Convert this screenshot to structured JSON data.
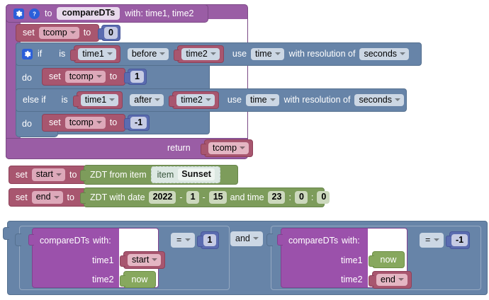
{
  "workspace": {
    "title": "Blockly workspace",
    "colors": {
      "procedure": "#9a5da5",
      "variable": "#a8566f",
      "number": "#5b6cb0",
      "control": "#6784a8",
      "datetime": "#7d9c5b",
      "call": "#9b51ab",
      "icon_blue": "#2b5fd9"
    }
  },
  "procedure": {
    "gear_icon": "gear-icon",
    "help_icon": "help-icon",
    "to_label": "to",
    "name": "compareDTs",
    "with_label": "with: time1, time2",
    "return_label": "return",
    "return_var": "tcomp",
    "init": {
      "set_label": "set",
      "variable": "tcomp",
      "to_label": "to",
      "value": "0"
    },
    "if_block": {
      "gear_icon": "gear-icon",
      "if_label": "if",
      "do_label": "do",
      "elseif_label": "else if",
      "do2_label": "do",
      "branches": [
        {
          "is_label": "is",
          "left": "time1",
          "operator": "before",
          "right": "time2",
          "use_label": "use",
          "use_value": "time",
          "resolution_label": "with resolution of",
          "resolution_value": "seconds",
          "body": {
            "set_label": "set",
            "variable": "tcomp",
            "to_label": "to",
            "value": "1"
          }
        },
        {
          "is_label": "is",
          "left": "time1",
          "operator": "after",
          "right": "time2",
          "use_label": "use",
          "use_value": "time",
          "resolution_label": "with resolution of",
          "resolution_value": "seconds",
          "body": {
            "set_label": "set",
            "variable": "tcomp",
            "to_label": "to",
            "value": "-1"
          }
        }
      ]
    }
  },
  "assignments": [
    {
      "set_label": "set",
      "variable": "start",
      "to_label": "to",
      "value_block": "ZDT from item",
      "item_label": "item",
      "item_value": "Sunset"
    },
    {
      "set_label": "set",
      "variable": "end",
      "to_label": "to",
      "value_block": "ZDT with date",
      "year": "2022",
      "dash1": "-",
      "month": "1",
      "dash2": "-",
      "day": "15",
      "and_time_label": "and time",
      "hour": "23",
      "colon1": ":",
      "minute": "0",
      "colon2": ":",
      "second": "0"
    }
  ],
  "condition": {
    "and_operator": "and",
    "left": {
      "call_name": "compareDTs",
      "with_label": "with:",
      "arg1_label": "time1",
      "arg1_value": "start",
      "arg2_label": "time2",
      "arg2_value": "now",
      "comparator": "=",
      "compare_value": "1"
    },
    "right": {
      "call_name": "compareDTs",
      "with_label": "with:",
      "arg1_label": "time1",
      "arg1_value": "now",
      "arg2_label": "time2",
      "arg2_value": "end",
      "comparator": "=",
      "compare_value": "-1"
    }
  }
}
